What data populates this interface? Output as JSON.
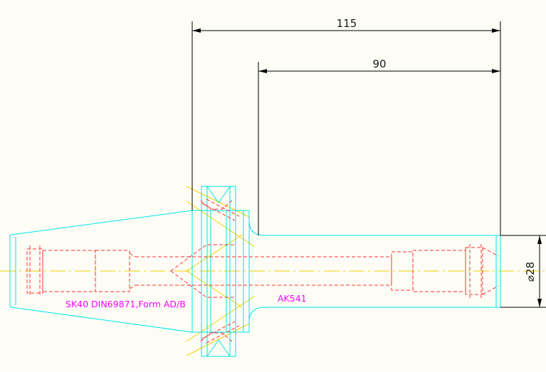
{
  "dimensions": {
    "overall_length": "115",
    "shank_length": "90",
    "diameter": "⌀28"
  },
  "notes": {
    "holder_spec": "SK40 DIN69871,Form AD/B",
    "part_code": "AK541"
  },
  "colors": {
    "background": "#fdfdf6",
    "outline": "#00e5e5",
    "hidden": "#ff3030",
    "centerline": "#f0d000",
    "dimension": "#000000",
    "annotation": "#ff00ff"
  }
}
